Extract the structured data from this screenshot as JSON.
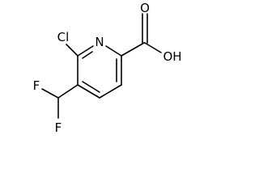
{
  "molecule": {
    "atoms": {
      "n": "N",
      "cl": "Cl",
      "o_carbonyl": "O",
      "oh": "OH",
      "f_top": "F",
      "f_bottom": "F"
    }
  }
}
